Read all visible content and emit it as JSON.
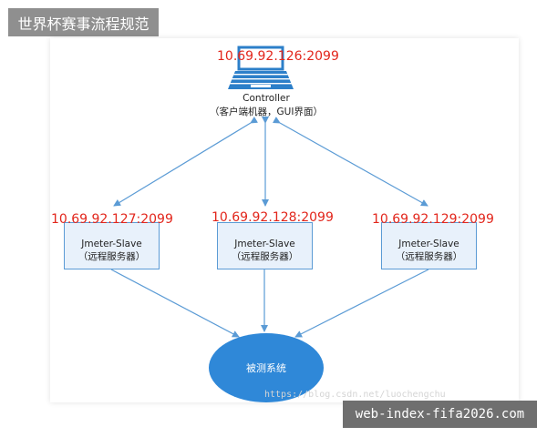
{
  "header": {
    "title": "世界杯赛事流程规范"
  },
  "controller": {
    "ip": "10.69.92.126:2099",
    "name": "Controller",
    "desc": "（客户端机器，GUI界面）",
    "icon": "computer-icon"
  },
  "slaves": [
    {
      "ip": "10.69.92.127:2099",
      "name": "Jmeter-Slave",
      "desc": "（远程服务器）"
    },
    {
      "ip": "10.69.92.128:2099",
      "name": "Jmeter-Slave",
      "desc": "（远程服务器）"
    },
    {
      "ip": "10.69.92.129:2099",
      "name": "Jmeter-Slave",
      "desc": "（远程服务器）"
    }
  ],
  "system_under_test": {
    "label": "被测系统"
  },
  "watermark": "https://blog.csdn.net/luochengchu",
  "footer": {
    "site": "web-index-fifa2026.com"
  },
  "colors": {
    "arrow": "#5b9bd5",
    "ip_text": "#e2261c",
    "slave_fill": "#e8f1fb",
    "system_fill": "#2f88d8",
    "computer": "#2c7fc9"
  }
}
